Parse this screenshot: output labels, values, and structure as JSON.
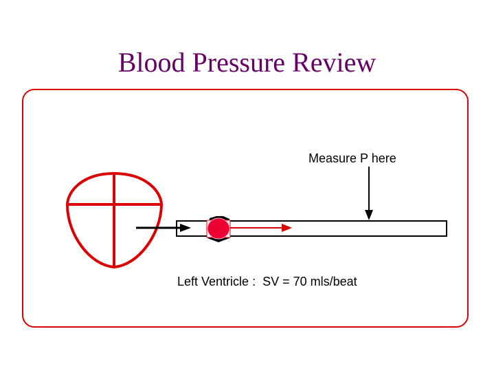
{
  "slide": {
    "title": "Blood Pressure Review",
    "measure_label": "Measure P here",
    "ventricle_label": "Left Ventricle :  SV = 70 mls/beat"
  },
  "colors": {
    "title": "#660066",
    "frame": "#dd0000",
    "heart": "#dd0000",
    "blood_drop": "#ee0033",
    "flow_arrow": "#dd0000",
    "ink": "#000000"
  }
}
